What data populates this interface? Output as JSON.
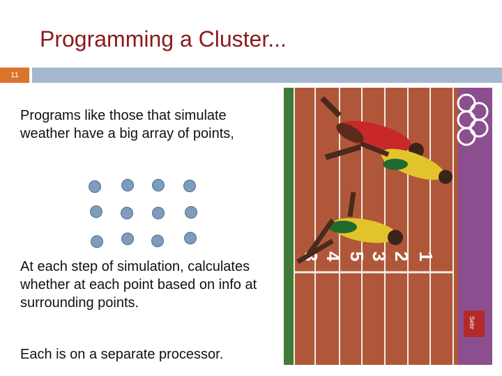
{
  "slide": {
    "title": "Programming a Cluster...",
    "number": "11",
    "paragraphs": [
      "Programs like those that simulate weather have a big array of points,",
      "At each step of simulation, calculates whether at each point based on info at surrounding points.",
      "Each is on a separate processor."
    ]
  },
  "colors": {
    "title": "#8b1a1a",
    "number_box": "#d9742b",
    "header_bar": "#a5b9ce",
    "dot_fill": "#7e9cbb",
    "dot_border": "#4d6f92",
    "track": "#b0573a"
  },
  "dot_grid": {
    "rows": 3,
    "cols": 4
  },
  "photo": {
    "track_numbers": [
      "3",
      "4",
      "5",
      "3",
      "2",
      "1"
    ],
    "sponsor_sign": "Sebr"
  }
}
